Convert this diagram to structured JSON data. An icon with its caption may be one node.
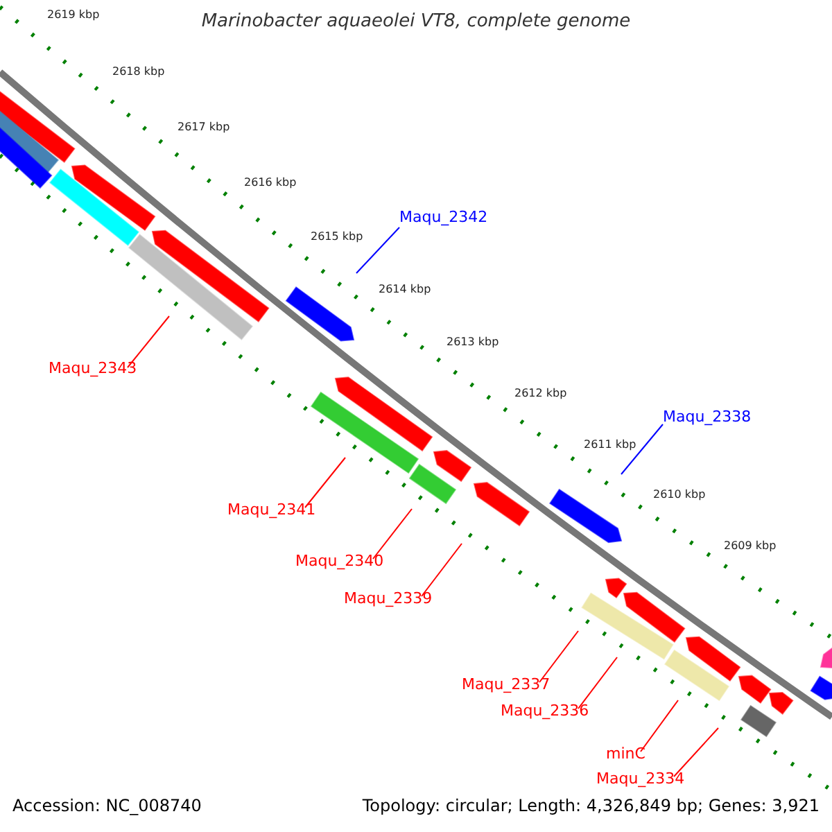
{
  "diagram": {
    "title": "Marinobacter aquaeolei VT8, complete genome",
    "nodes": [
      {
        "text": [
          "Maqu_2342"
        ]
      },
      {
        "text": [
          "Maqu_2343"
        ]
      },
      {
        "text": [
          "Maqu_2338"
        ]
      },
      {
        "text": [
          "Maqu_2341"
        ]
      },
      {
        "text": [
          "Maqu_2340"
        ]
      },
      {
        "text": [
          "Maqu_2339"
        ]
      },
      {
        "text": [
          "Maqu_2337"
        ]
      },
      {
        "text": [
          "Maqu_2336"
        ]
      },
      {
        "text": [
          "minC"
        ]
      },
      {
        "text": [
          "Maqu_2334"
        ]
      }
    ],
    "edges": [
      {
        "from": 0,
        "to": null,
        "arrow": "none",
        "color": "#0000ff"
      },
      {
        "from": 1,
        "to": null,
        "arrow": "none"
      },
      {
        "from": 2,
        "to": null,
        "arrow": "none",
        "color": "#0000ff"
      },
      {
        "from": 3,
        "to": null,
        "arrow": "none"
      },
      {
        "from": 4,
        "to": null,
        "arrow": "none"
      },
      {
        "from": 5,
        "to": null,
        "arrow": "none"
      },
      {
        "from": 6,
        "to": null,
        "arrow": "none"
      },
      {
        "from": 7,
        "to": null,
        "arrow": "none"
      },
      {
        "from": 8,
        "to": null,
        "arrow": "none"
      },
      {
        "from": 9,
        "to": null,
        "arrow": "none"
      }
    ],
    "labels": [
      "2619 kbp",
      "2618 kbp",
      "2617 kbp",
      "2616 kbp",
      "2615 kbp",
      "2614 kbp",
      "2613 kbp",
      "2612 kbp",
      "2611 kbp",
      "2610 kbp",
      "2609 kbp",
      "Accession: NC_008740",
      "Topology: circular; Length: 4,326,849 bp; Genes: 3,921"
    ]
  }
}
